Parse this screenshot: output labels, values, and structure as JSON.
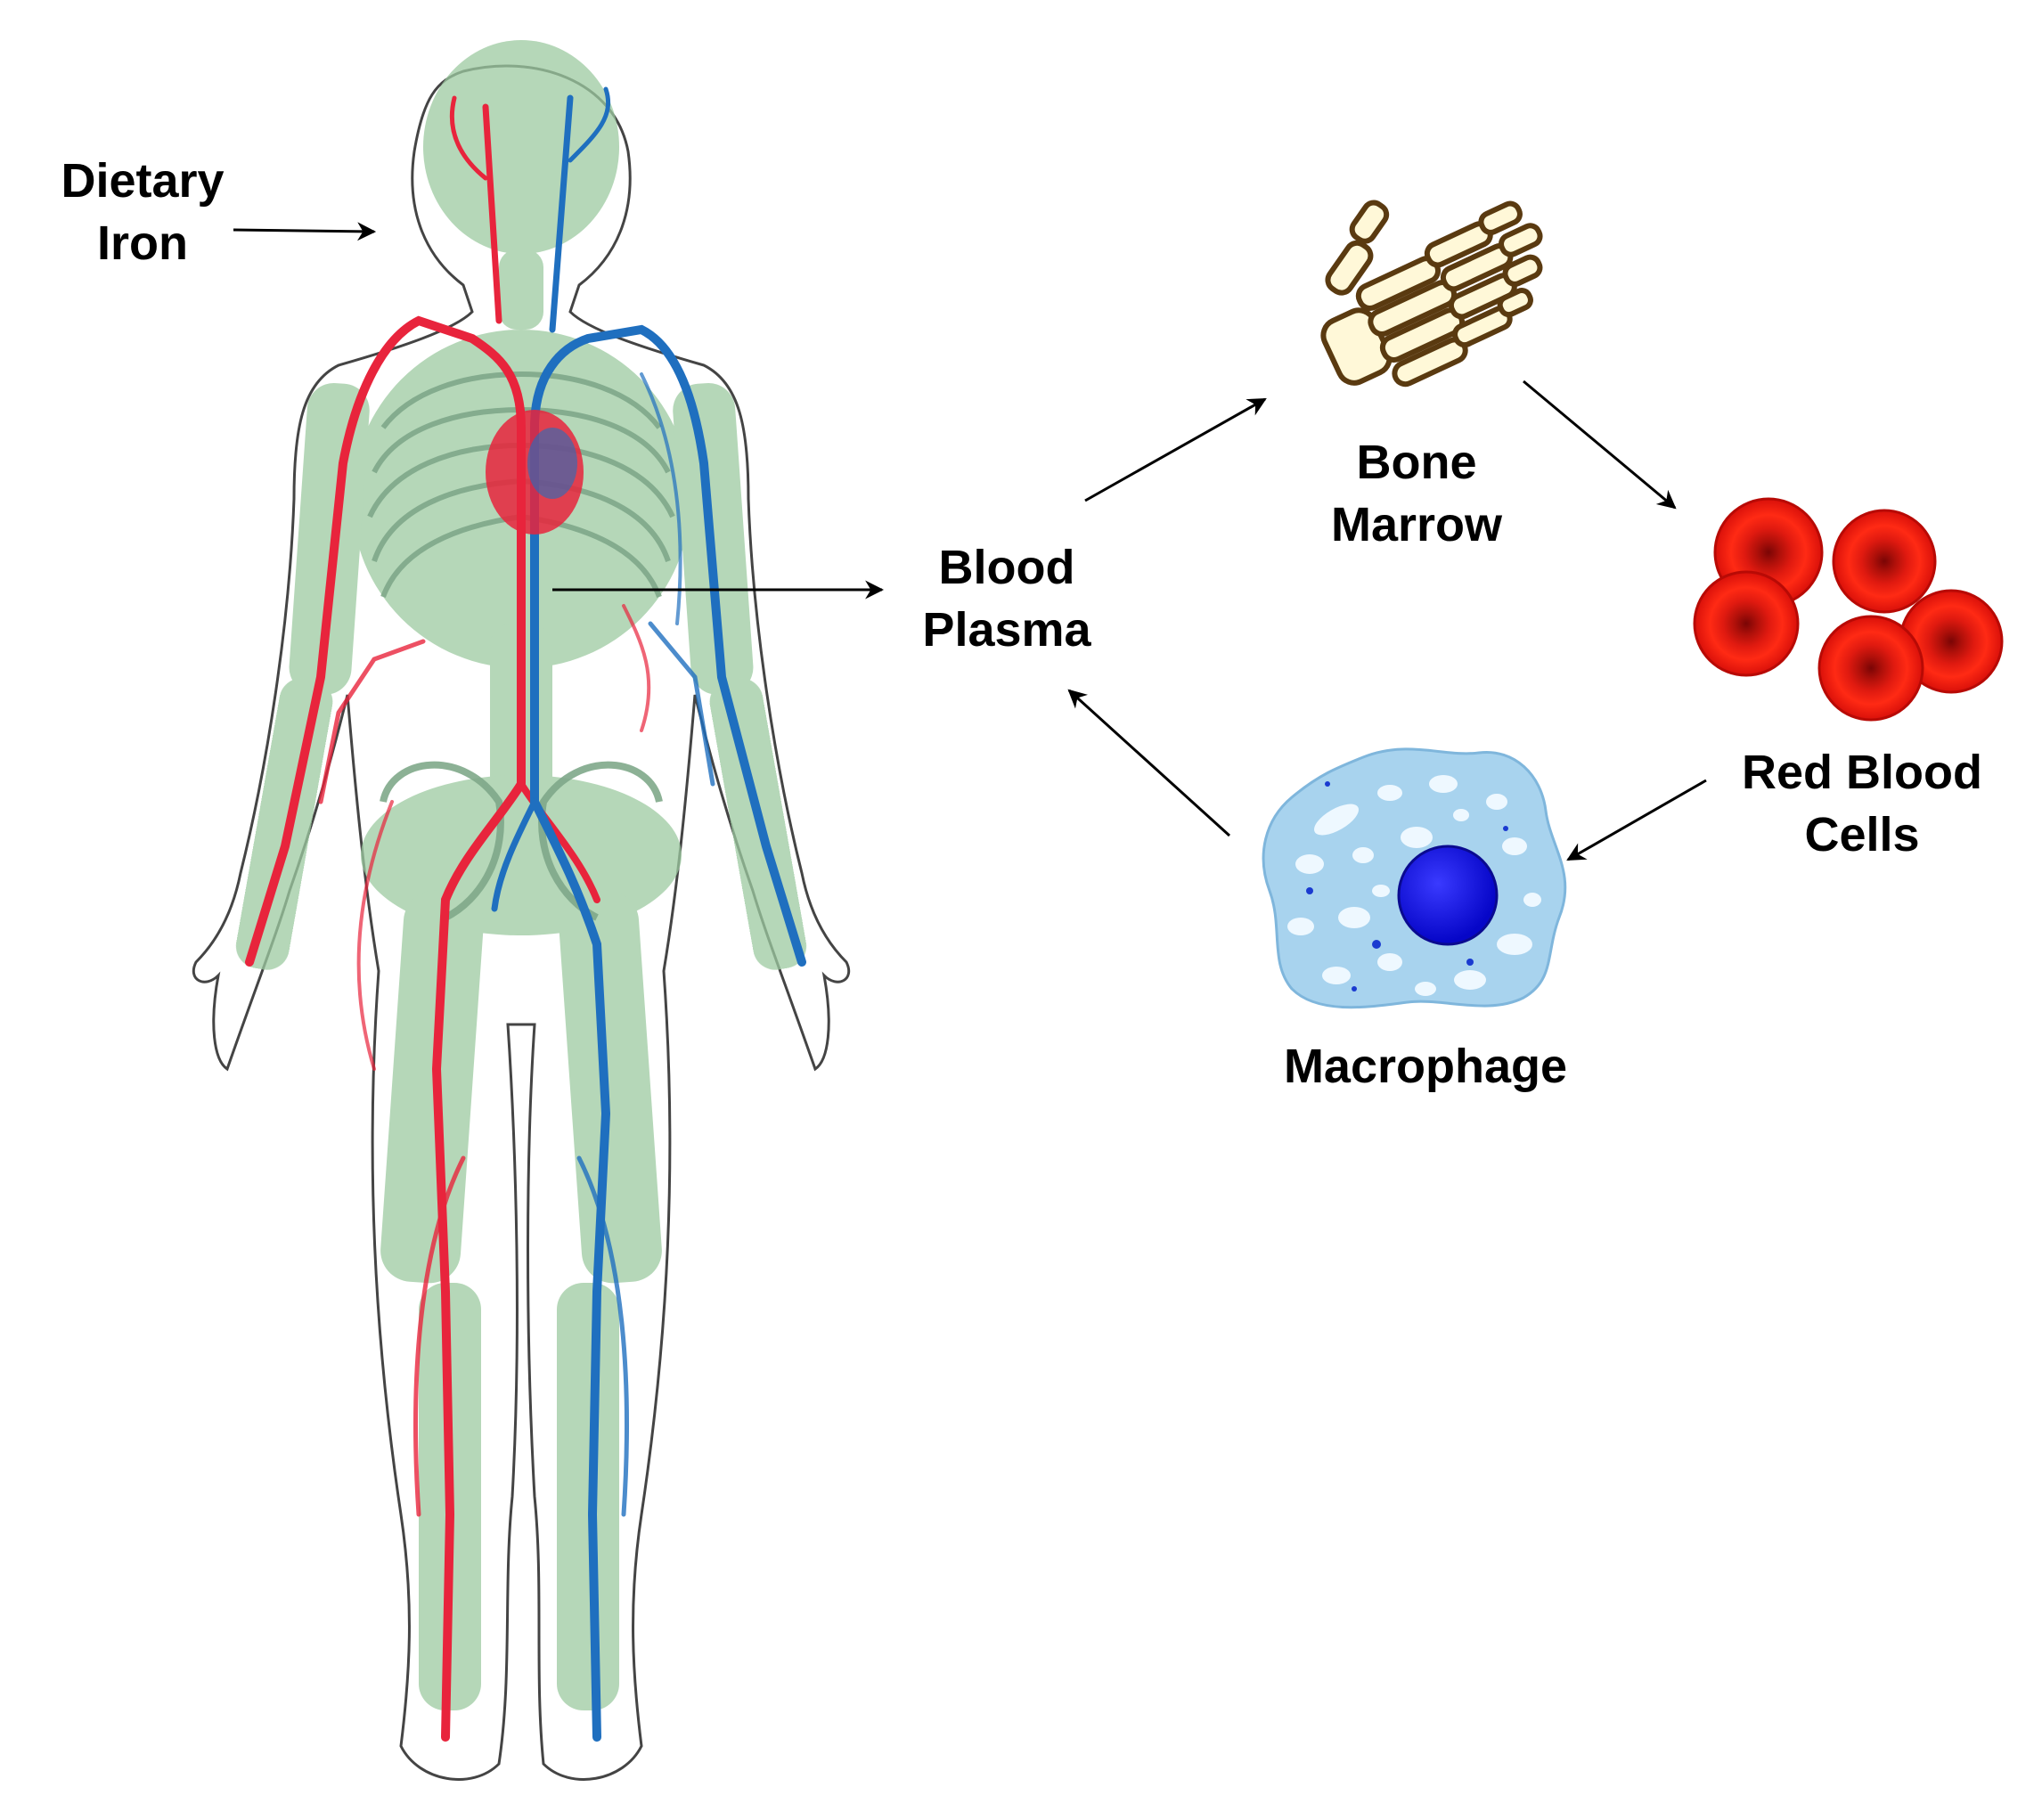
{
  "labels": {
    "dietary_iron": [
      "Dietary",
      "Iron"
    ],
    "blood_plasma": [
      "Blood",
      "Plasma"
    ],
    "bone_marrow": [
      "Bone",
      "Marrow"
    ],
    "red_blood_cells": [
      "Red Blood",
      "Cells"
    ],
    "macrophage": "Macrophage"
  },
  "icons": {
    "body": "human-circulatory-system-icon",
    "bone": "hand-bone-icon",
    "rbc": "red-blood-cells-icon",
    "macrophage": "macrophage-cell-icon"
  },
  "colors": {
    "artery": "#e8243c",
    "vein": "#1f6fbf",
    "skeleton": "#9ccaa0",
    "rbc": "#ff1a0a",
    "rbc_center": "#9a0a06",
    "macrophage": "#a8d3ee",
    "nucleus": "#1010e0",
    "bone_outline": "#5a3a10",
    "bone_fill": "#fff8d8"
  }
}
